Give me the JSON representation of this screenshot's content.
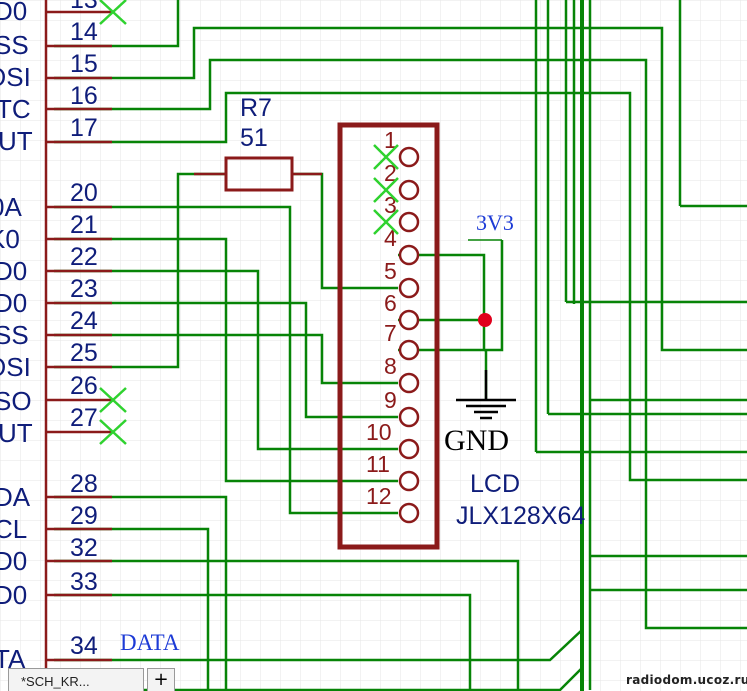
{
  "left_labels": [
    "D0",
    "SS",
    "OSI",
    "TC",
    "UT",
    "0A",
    "K0",
    "D0",
    "D0",
    "SS",
    "OSI",
    "SO",
    "UT",
    "DA",
    "CL",
    "D0",
    "D0",
    "TA"
  ],
  "pin_numbers": [
    "13",
    "14",
    "15",
    "16",
    "17",
    "20",
    "21",
    "22",
    "23",
    "24",
    "25",
    "26",
    "27",
    "28",
    "29",
    "32",
    "33",
    "34"
  ],
  "resistor": {
    "ref": "R7",
    "value": "51"
  },
  "lcd": {
    "name": "LCD",
    "part": "JLX128X64",
    "pins": [
      "1",
      "2",
      "3",
      "4",
      "5",
      "6",
      "7",
      "8",
      "9",
      "10",
      "11",
      "12"
    ]
  },
  "power": {
    "supply": "3V3",
    "ground": "GND"
  },
  "net_label": "DATA",
  "tab": {
    "title": "*SCH_KR...",
    "add": "+"
  },
  "watermark": "radiodom.ucoz.ru",
  "colors": {
    "wire": "#078407",
    "component": "#8b1a1a",
    "text": "#0f1d7a",
    "junction": "#e0001c",
    "noconnect": "#2fd22f",
    "grid": "#e6e6e6"
  }
}
